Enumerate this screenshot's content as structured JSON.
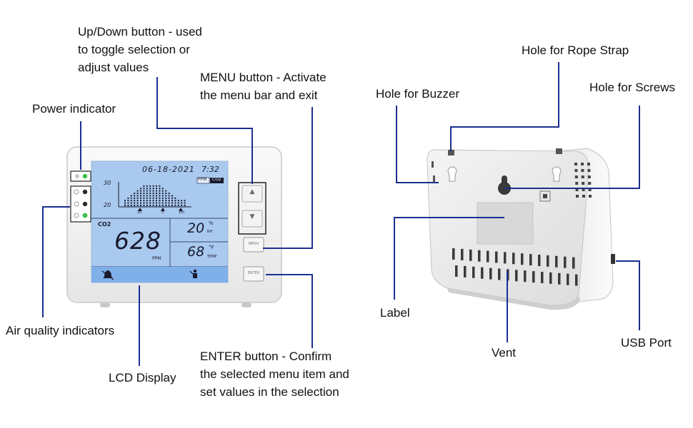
{
  "labels": {
    "updown": [
      "Up/Down button - used",
      "to toggle selection or",
      "adjust values"
    ],
    "menu": [
      "MENU button - Activate",
      "the menu bar and exit"
    ],
    "power": "Power indicator",
    "air": "Air quality indicators",
    "lcd": "LCD Display",
    "enter": [
      "ENTER button - Confirm",
      "the selected menu item and",
      "set values in the selection"
    ],
    "rope": "Hole for Rope Strap",
    "buzzer": "Hole for Buzzer",
    "screws": "Hole for Screws",
    "label": "Label",
    "vent": "Vent",
    "usb": "USB Port"
  },
  "display": {
    "date": "06-18-2021",
    "time": "7:32",
    "tag_ppm": "PPM",
    "tag_co2": "CO2",
    "chart_y_high": "30",
    "chart_y_low": "20",
    "chart_x": [
      "10",
      "5",
      "1m"
    ],
    "co2_label": "CO2",
    "co2_value": "628",
    "co2_unit": "PPM",
    "rh_value": "20",
    "rh_unit_top": "%",
    "rh_unit_bottom": "RH",
    "temp_value": "68",
    "temp_unit_top": "°F",
    "temp_unit_bottom": "TEMP"
  },
  "buttons": {
    "menu": "MENU",
    "enter": "ENTER",
    "up": "▲",
    "down": "▼"
  },
  "colors": {
    "callout": "#1c2f8f",
    "lcd_background": "#a9c9ef",
    "lcd_bottom_bar": "#7fb0ea",
    "led_green": "#3cc04a"
  }
}
